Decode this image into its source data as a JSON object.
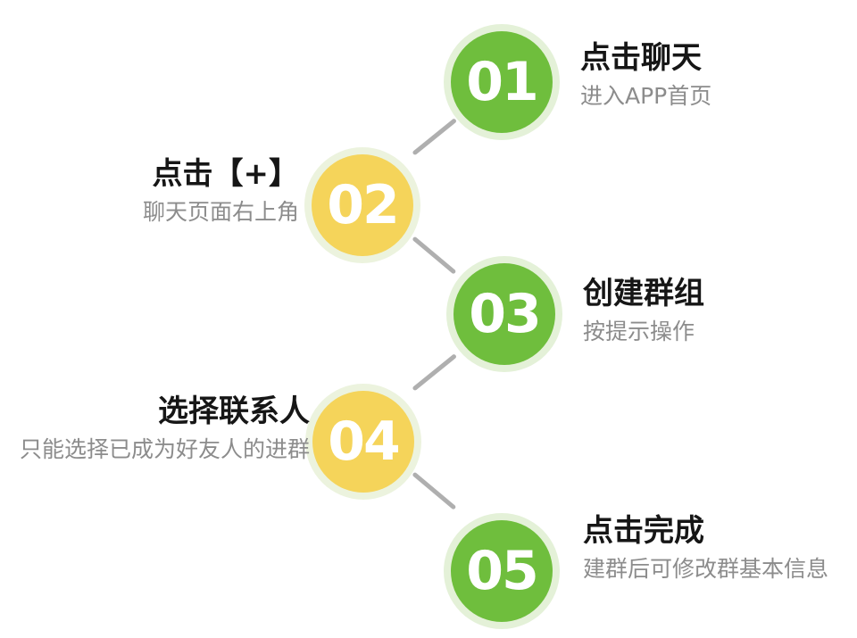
{
  "colors": {
    "background": "#ffffff",
    "green": "#6fbe3d",
    "yellow": "#f5d45a",
    "halo_green": "#e4f1d8",
    "halo_yellow": "#ecf3de",
    "connector": "#afafaf",
    "title_text": "#161616",
    "subtitle_text": "#8c8c8c",
    "number_text": "#ffffff"
  },
  "steps": [
    {
      "number": "01",
      "title": "点击聊天",
      "subtitle": "进入APP首页",
      "color": "green",
      "text_side": "right"
    },
    {
      "number": "02",
      "title": "点击【+】",
      "subtitle": "聊天页面右上角",
      "color": "yellow",
      "text_side": "left"
    },
    {
      "number": "03",
      "title": "创建群组",
      "subtitle": "按提示操作",
      "color": "green",
      "text_side": "right"
    },
    {
      "number": "04",
      "title": "选择联系人",
      "subtitle": "只能选择已成为好友人的进群",
      "color": "yellow",
      "text_side": "left"
    },
    {
      "number": "05",
      "title": "点击完成",
      "subtitle": "建群后可修改群基本信息",
      "color": "green",
      "text_side": "right"
    }
  ]
}
